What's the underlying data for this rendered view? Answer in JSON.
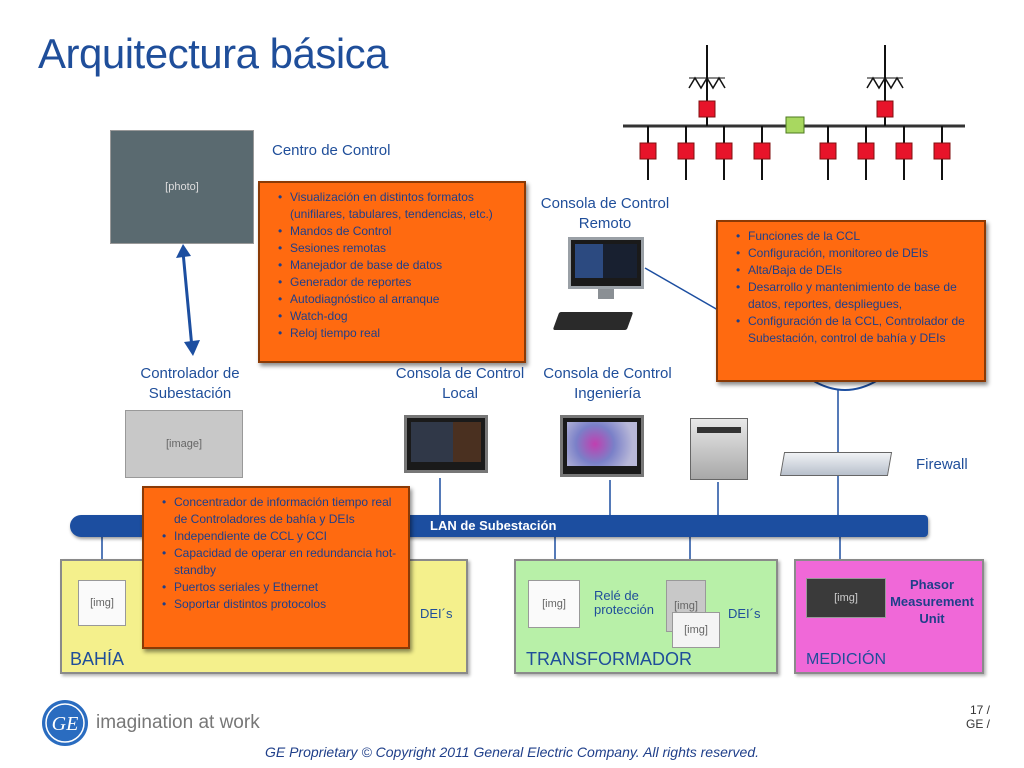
{
  "title": "Arquitectura básica",
  "labels": {
    "centro_control": "Centro de  Control",
    "consola_remoto": "Consola de Control\nRemoto",
    "controlador": "Controlador de\nSubestación",
    "consola_local": "Consola de Control\nLocal",
    "consola_ingenieria": "Consola de Control\nIngeniería",
    "firewall": "Firewall",
    "lan": "LAN de Subestación"
  },
  "box_centro": {
    "items": [
      "Visualización en distintos formatos (unifilares, tabulares, tendencias, etc.)",
      "Mandos de Control",
      "Sesiones remotas",
      "Manejador de base de datos",
      "Generador de reportes",
      "Autodiagnóstico al arranque",
      "Watch-dog",
      "Reloj tiempo real"
    ]
  },
  "box_ccl": {
    "items": [
      "Funciones de la CCL",
      "Configuración, monitoreo de DEIs",
      "Alta/Baja de DEIs",
      "Desarrollo y mantenimiento de base de datos, reportes, despliegues,",
      "Configuración de la CCL, Controlador de Subestación, control de bahía y DEIs"
    ]
  },
  "box_controlador": {
    "items": [
      "Concentrador de información tiempo real de Controladores de bahía y DEIs",
      "Independiente de CCL y CCI",
      "Capacidad de operar en redundancia hot-standby",
      "Puertos seriales y Ethernet",
      "Soportar distintos protocolos"
    ]
  },
  "zones": {
    "bahia": {
      "name": "BAHÍA",
      "deis": "DEI´s",
      "color": "#f4f08c"
    },
    "transformador": {
      "name": "TRANSFORMADOR",
      "deis": "DEI´s",
      "rele": "Relé de\nprotección",
      "color": "#b8f0a8"
    },
    "medicion": {
      "name": "MEDICIÓN",
      "pmu": "Phasor\nMeasurement\nUnit",
      "color": "#f068d8"
    }
  },
  "logo_tagline": "imagination at work",
  "page": "17 /\nGE  /",
  "footer": "GE Proprietary © Copyright 2011 General Electric Company. All rights reserved.",
  "colors": {
    "accent": "#1f4e9a",
    "orange": "#ff6a10",
    "lan": "#1c4ea0",
    "breaker": "#e8142a",
    "breaker_closed": "#a8d860"
  }
}
